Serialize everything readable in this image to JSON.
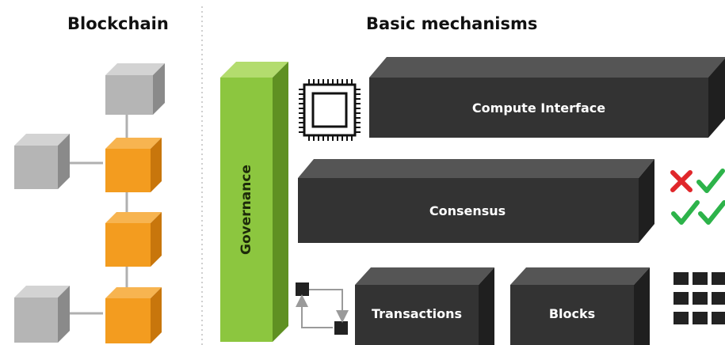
{
  "headings": {
    "blockchain": "Blockchain",
    "basic_mechanisms": "Basic mechanisms"
  },
  "layers": {
    "governance": "Governance",
    "compute_interface": "Compute Interface",
    "consensus": "Consensus",
    "transactions": "Transactions",
    "blocks": "Blocks"
  },
  "colors": {
    "orange_block": "#f39c1f",
    "gray_block": "#b5b5b5",
    "governance_green": "#8cc63f",
    "dark_box": "#333333",
    "check_green": "#2db34a",
    "cross_red": "#e0262a"
  },
  "icons": [
    "cpu-chip-icon",
    "cross-icon",
    "check-icon",
    "grid-icon"
  ]
}
